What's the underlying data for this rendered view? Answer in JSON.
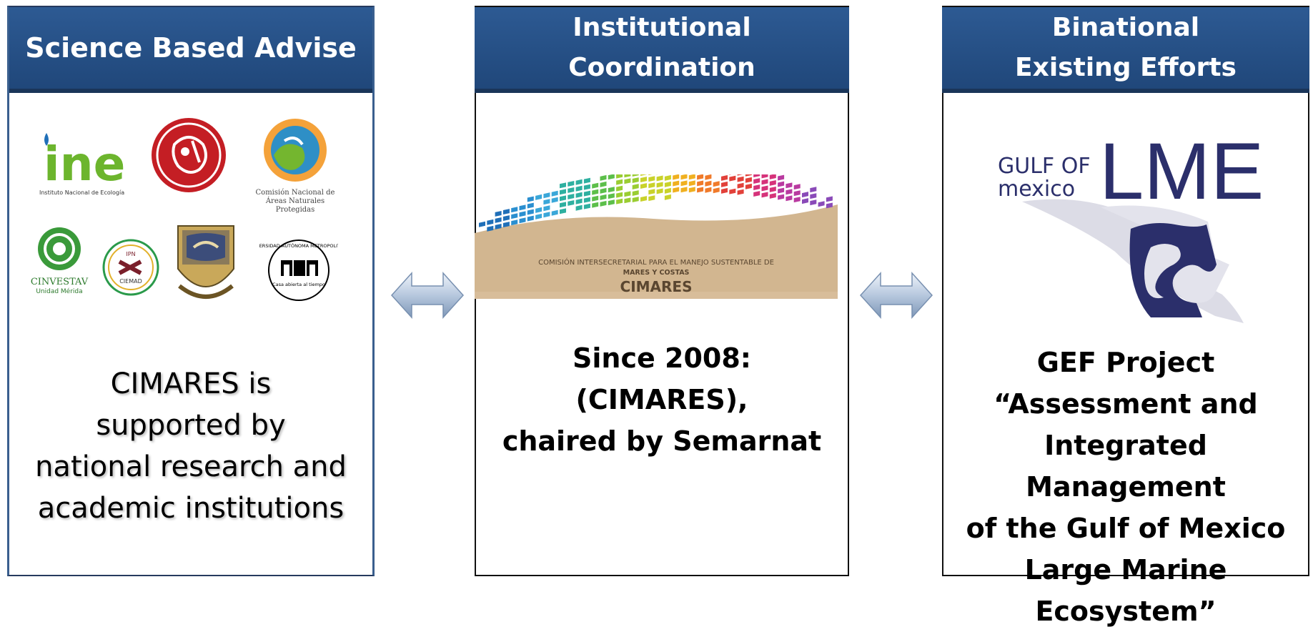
{
  "panels": {
    "left": {
      "title": "Science Based Advise",
      "body": [
        "CIMARES is",
        "supported by",
        "national research and",
        "academic institutions"
      ],
      "logos": {
        "ine": "ine",
        "ine_caption": "Instituto Nacional de Ecología",
        "conanp_caption": [
          "Comisión Nacional de",
          "Áreas Naturales",
          "Protegidas"
        ],
        "cinvestav": "CINVESTAV",
        "cinvestav_sub": "Unidad Mérida",
        "ipn": "IPN",
        "ciemad": "CIEMAD",
        "uam_top": "UNIVERSIDAD AUTÓNOMA METROPOLITANA",
        "uam_sub": "Casa abierta al tiempo"
      }
    },
    "mid": {
      "title_lines": [
        "Institutional",
        "Coordination"
      ],
      "body": [
        "Since 2008:",
        "(CIMARES),",
        "chaired by Semarnat"
      ],
      "banner": {
        "line1": "COMISIÓN INTERSECRETARIAL PARA EL MANEJO SUSTENTABLE DE",
        "line2": "MARES Y COSTAS",
        "line3": "CIMARES"
      }
    },
    "right": {
      "title_lines": [
        "Binational",
        "Existing Efforts"
      ],
      "body": [
        "GEF Project",
        "“Assessment and",
        "Integrated Management",
        "of the Gulf of Mexico",
        "Large Marine",
        "Ecosystem”"
      ],
      "logo": {
        "small1": "GULF OF",
        "small2": "mexico",
        "big": "LME"
      }
    }
  },
  "colors": {
    "header": "#24507f",
    "banner_sand": "#d8bd9a",
    "lme_navy": "#2b2f6b"
  }
}
